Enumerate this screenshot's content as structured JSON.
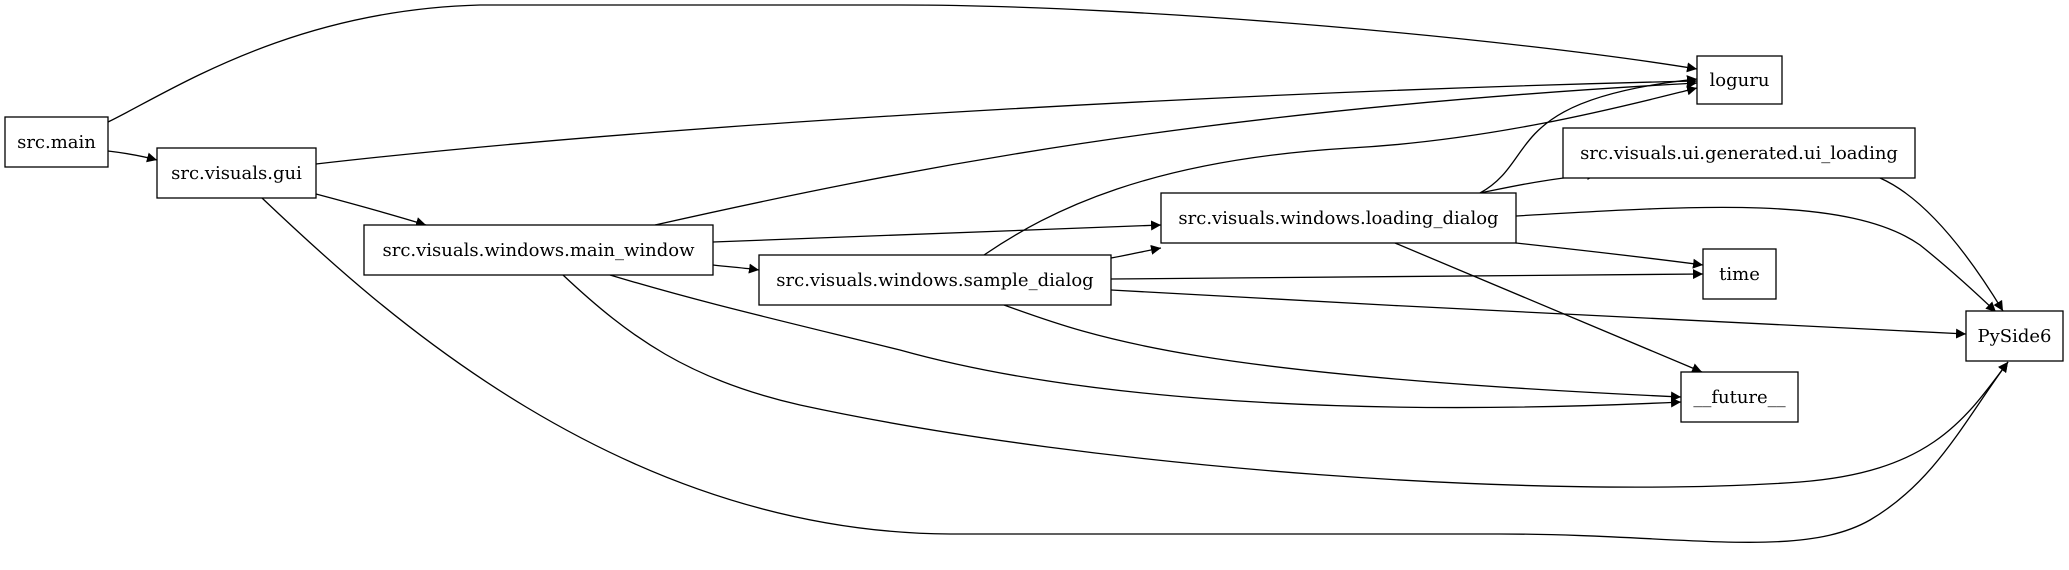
{
  "diagram": {
    "type": "dependency-graph",
    "stroke_color": "#000000",
    "background": "#ffffff",
    "nodes": [
      {
        "id": "src_main",
        "label": "src.main"
      },
      {
        "id": "src_visuals_gui",
        "label": "src.visuals.gui"
      },
      {
        "id": "main_window",
        "label": "src.visuals.windows.main_window"
      },
      {
        "id": "sample_dialog",
        "label": "src.visuals.windows.sample_dialog"
      },
      {
        "id": "loading_dialog",
        "label": "src.visuals.windows.loading_dialog"
      },
      {
        "id": "ui_loading",
        "label": "src.visuals.ui.generated.ui_loading"
      },
      {
        "id": "loguru",
        "label": "loguru"
      },
      {
        "id": "time",
        "label": "time"
      },
      {
        "id": "pyside6",
        "label": "PySide6"
      },
      {
        "id": "future",
        "label": "__future__"
      }
    ],
    "edges": [
      {
        "from": "src_main",
        "to": "loguru"
      },
      {
        "from": "src_main",
        "to": "src_visuals_gui"
      },
      {
        "from": "src_visuals_gui",
        "to": "loguru"
      },
      {
        "from": "src_visuals_gui",
        "to": "main_window"
      },
      {
        "from": "src_visuals_gui",
        "to": "pyside6"
      },
      {
        "from": "main_window",
        "to": "loguru"
      },
      {
        "from": "main_window",
        "to": "loading_dialog"
      },
      {
        "from": "main_window",
        "to": "sample_dialog"
      },
      {
        "from": "main_window",
        "to": "future"
      },
      {
        "from": "main_window",
        "to": "pyside6"
      },
      {
        "from": "sample_dialog",
        "to": "loguru"
      },
      {
        "from": "sample_dialog",
        "to": "loading_dialog"
      },
      {
        "from": "sample_dialog",
        "to": "time"
      },
      {
        "from": "sample_dialog",
        "to": "pyside6"
      },
      {
        "from": "sample_dialog",
        "to": "future"
      },
      {
        "from": "loading_dialog",
        "to": "loguru"
      },
      {
        "from": "loading_dialog",
        "to": "ui_loading"
      },
      {
        "from": "loading_dialog",
        "to": "pyside6"
      },
      {
        "from": "loading_dialog",
        "to": "time"
      },
      {
        "from": "loading_dialog",
        "to": "future"
      },
      {
        "from": "ui_loading",
        "to": "pyside6"
      }
    ]
  }
}
